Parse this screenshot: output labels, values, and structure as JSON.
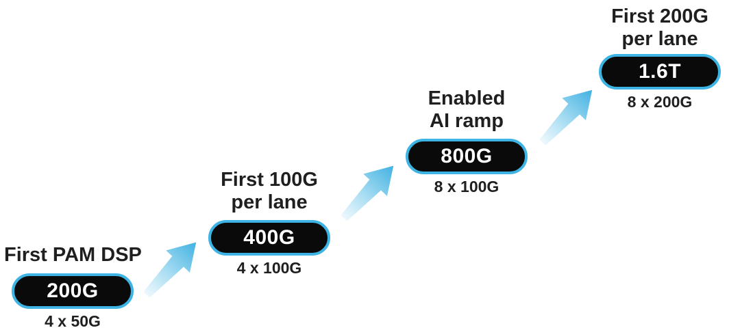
{
  "theme": {
    "background": "#ffffff",
    "accent_cyan": "#3db4e4",
    "pill_fill": "#0a0a0a",
    "pill_text_color": "#ffffff",
    "label_color": "#1f1f1f",
    "arrow_gradient_start": "#f2fafd",
    "arrow_gradient_mid": "#a6dcf2",
    "arrow_gradient_end": "#3fb0e1"
  },
  "diagram": {
    "type": "roadmap-progression",
    "direction": "up-right"
  },
  "stages": [
    {
      "title1": "First PAM DSP",
      "title2": "",
      "speed": "200G",
      "lanes": "4 x 50G"
    },
    {
      "title1": "First 100G",
      "title2": "per lane",
      "speed": "400G",
      "lanes": "4 x 100G"
    },
    {
      "title1": "Enabled",
      "title2": "AI ramp",
      "speed": "800G",
      "lanes": "8 x 100G"
    },
    {
      "title1": "First 200G",
      "title2": "per lane",
      "speed": "1.6T",
      "lanes": "8 x 200G"
    }
  ],
  "arrows": {
    "count": 3,
    "icon": "up-right-arrow-icon"
  }
}
